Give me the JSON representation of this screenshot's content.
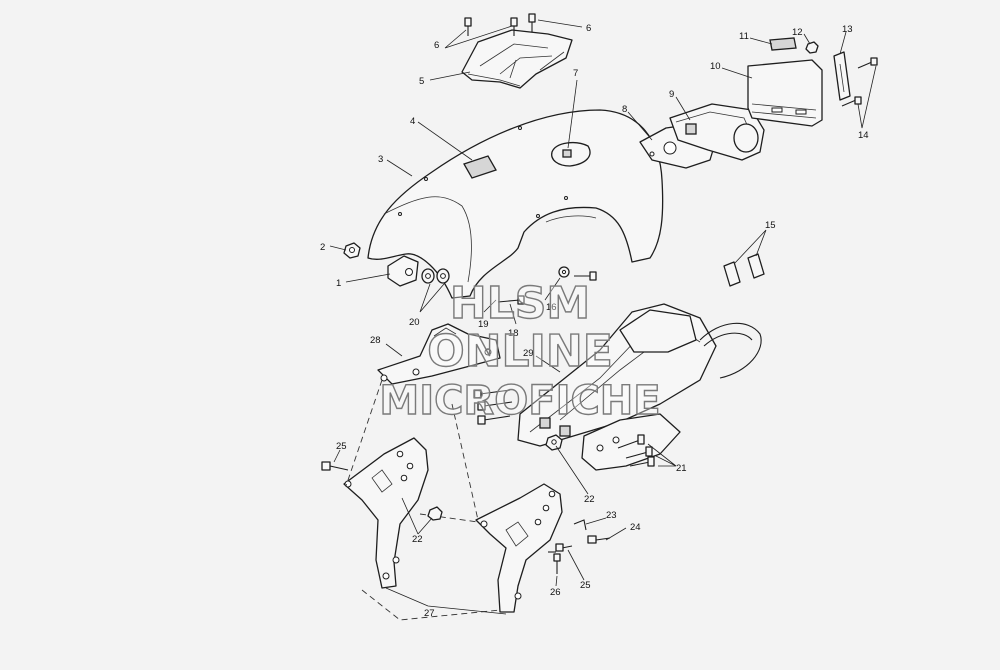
{
  "callouts": [
    {
      "id": "c1",
      "text": "1"
    },
    {
      "id": "c2",
      "text": "2"
    },
    {
      "id": "c3",
      "text": "3"
    },
    {
      "id": "c4",
      "text": "4"
    },
    {
      "id": "c5",
      "text": "5"
    },
    {
      "id": "c6a",
      "text": "6"
    },
    {
      "id": "c6b",
      "text": "6"
    },
    {
      "id": "c7",
      "text": "7"
    },
    {
      "id": "c8",
      "text": "8"
    },
    {
      "id": "c9",
      "text": "9"
    },
    {
      "id": "c10",
      "text": "10"
    },
    {
      "id": "c11",
      "text": "11"
    },
    {
      "id": "c12",
      "text": "12"
    },
    {
      "id": "c13",
      "text": "13"
    },
    {
      "id": "c14",
      "text": "14"
    },
    {
      "id": "c15",
      "text": "15"
    },
    {
      "id": "c16",
      "text": "16"
    },
    {
      "id": "c18",
      "text": "18"
    },
    {
      "id": "c19",
      "text": "19"
    },
    {
      "id": "c20",
      "text": "20"
    },
    {
      "id": "c21",
      "text": "21"
    },
    {
      "id": "c22a",
      "text": "22"
    },
    {
      "id": "c22b",
      "text": "22"
    },
    {
      "id": "c23",
      "text": "23"
    },
    {
      "id": "c24",
      "text": "24"
    },
    {
      "id": "c25a",
      "text": "25"
    },
    {
      "id": "c25b",
      "text": "25"
    },
    {
      "id": "c26",
      "text": "26"
    },
    {
      "id": "c27",
      "text": "27"
    },
    {
      "id": "c28",
      "text": "28"
    },
    {
      "id": "c29",
      "text": "29"
    }
  ],
  "watermark": {
    "line1": "HLSM",
    "line2": "ONLINE",
    "line3": "MICROFICHE"
  }
}
